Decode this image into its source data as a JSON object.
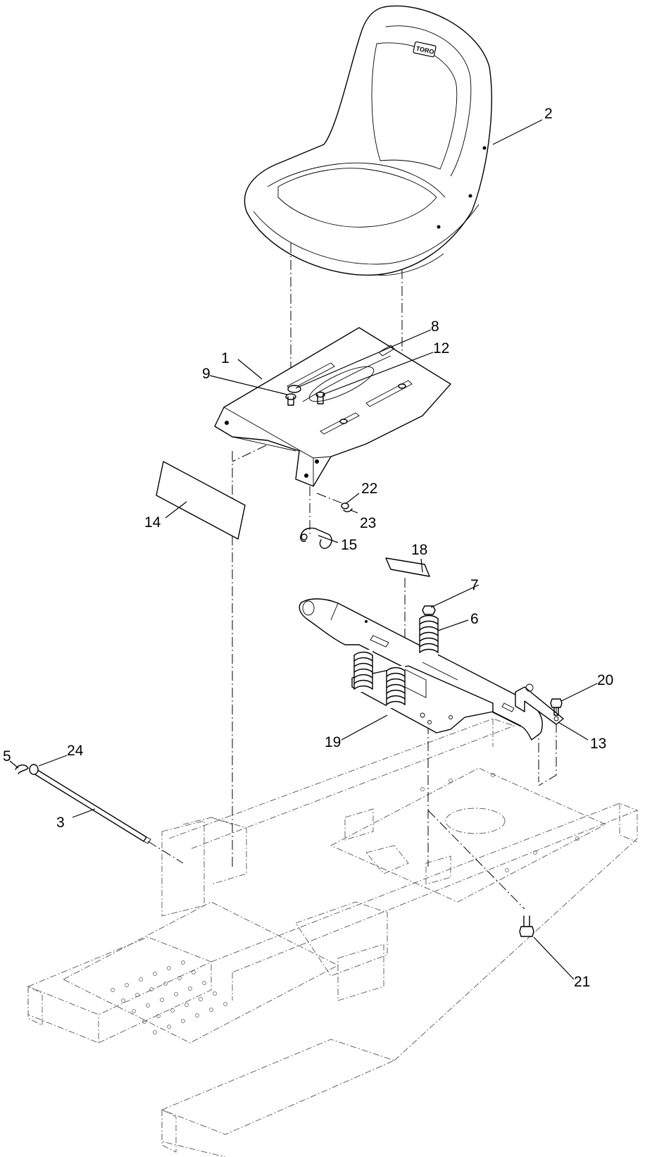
{
  "diagram": {
    "logo_text": "TORO",
    "callouts": [
      {
        "id": "c1",
        "label": "1"
      },
      {
        "id": "c2",
        "label": "2"
      },
      {
        "id": "c3",
        "label": "3"
      },
      {
        "id": "c5",
        "label": "5"
      },
      {
        "id": "c6",
        "label": "6"
      },
      {
        "id": "c7",
        "label": "7"
      },
      {
        "id": "c8",
        "label": "8"
      },
      {
        "id": "c9",
        "label": "9"
      },
      {
        "id": "c12",
        "label": "12"
      },
      {
        "id": "c13",
        "label": "13"
      },
      {
        "id": "c14",
        "label": "14"
      },
      {
        "id": "c15",
        "label": "15"
      },
      {
        "id": "c18",
        "label": "18"
      },
      {
        "id": "c19",
        "label": "19"
      },
      {
        "id": "c20",
        "label": "20"
      },
      {
        "id": "c21",
        "label": "21"
      },
      {
        "id": "c22",
        "label": "22"
      },
      {
        "id": "c23",
        "label": "23"
      },
      {
        "id": "c24",
        "label": "24"
      }
    ]
  }
}
